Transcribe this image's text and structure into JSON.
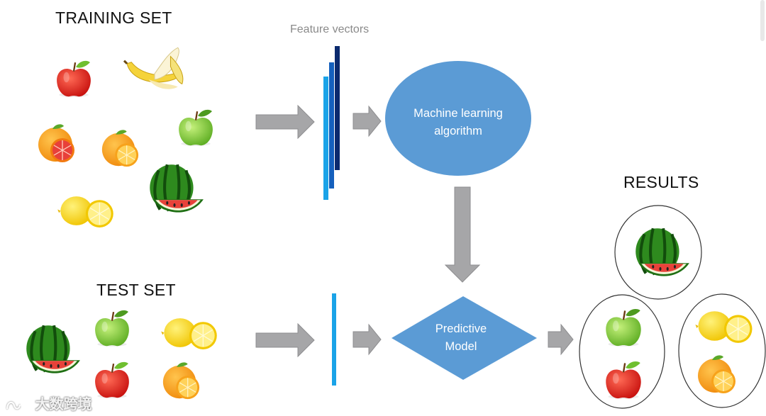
{
  "training_heading": "TRAINING SET",
  "test_heading": "TEST SET",
  "results_heading": "RESULTS",
  "feature_vectors_caption": "Feature vectors",
  "ml_algorithm_line1": "Machine learning",
  "ml_algorithm_line2": "algorithm",
  "predictive_line1": "Predictive",
  "predictive_line2": "Model",
  "watermark_text": "大数跨境",
  "colors": {
    "ellipse": "#5b9bd5",
    "arrow": "#a6a6a8",
    "bar_light": "#1aa3e8",
    "bar_mid": "#1560bd",
    "bar_dark": "#0b2a6e"
  }
}
